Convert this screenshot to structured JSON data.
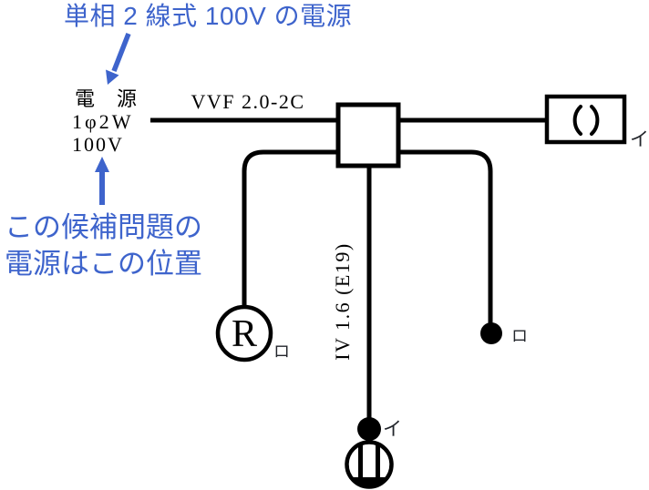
{
  "colors": {
    "accent": "#3E64CC",
    "line": "#000000",
    "label": "#22252b",
    "bg": "#ffffff"
  },
  "annotations": {
    "title": "単相 2 線式 100V の電源",
    "note_line1": "この候補問題の",
    "note_line2": "電源はこの位置"
  },
  "power_source": {
    "name_label": "電　源",
    "phase_label": "1φ2W",
    "voltage_label": "100V"
  },
  "wiring": {
    "main_cable_label": "VVF 2.0-2C",
    "drop_cable_label": "IV 1.6 (E19)"
  },
  "devices": {
    "fluorescent_circuit_label": "イ",
    "receptacle_letter": "R",
    "receptacle_circuit_label": "ロ",
    "ceiling_rose_right_circuit_label": "ロ",
    "ceiling_rose_bottom_circuit_label": "イ"
  }
}
